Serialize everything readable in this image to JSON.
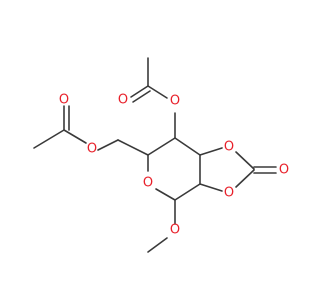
{
  "molecule": {
    "colors": {
      "bond": "#3a3a3a",
      "oxygen": "#e8202a",
      "background": "#ffffff"
    },
    "atoms": [
      {
        "id": "O_ring_ester_carbonyl",
        "label": "O"
      },
      {
        "id": "O_ring_ester",
        "label": "O"
      },
      {
        "id": "O_ring_pyran",
        "label": "O"
      },
      {
        "id": "O_dioxolane_top",
        "label": "O"
      },
      {
        "id": "O_dioxolane_bottom",
        "label": "O"
      },
      {
        "id": "O_carbonate_carbonyl",
        "label": "O"
      },
      {
        "id": "O_acetyl_carbonyl",
        "label": "O"
      },
      {
        "id": "O_acetyl_ester",
        "label": "O"
      },
      {
        "id": "O_methoxy",
        "label": "O"
      }
    ]
  }
}
